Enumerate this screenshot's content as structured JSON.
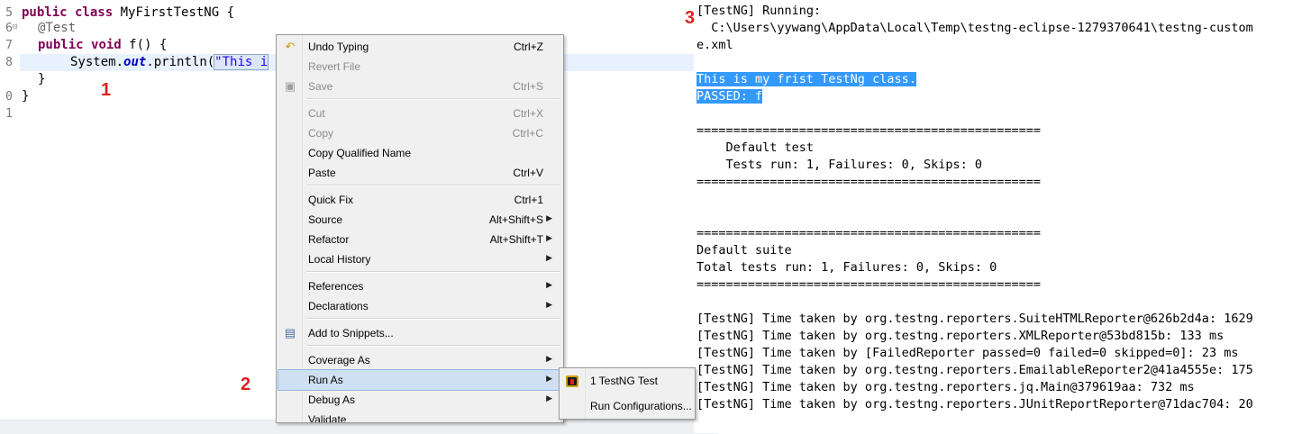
{
  "editor": {
    "line_numbers": [
      "5",
      "6",
      "7",
      "8",
      "0",
      "1"
    ],
    "lines": {
      "l5_kw": "public class",
      "l5_rest": " MyFirstTestNG {",
      "l6_ann": "@Test",
      "l7_kw1": "public",
      "l7_kw2": "void",
      "l7_rest": " f() {",
      "l8_pre": "System.",
      "l8_field": "out",
      "l8_mid": ".println(",
      "l8_str": "\"This i",
      "l9": "}",
      "l10": "}"
    },
    "markers": {
      "m1": "1",
      "m2": "2",
      "m3": "3"
    }
  },
  "context_menu": {
    "items": [
      {
        "label": "Undo Typing",
        "shortcut": "Ctrl+Z",
        "enabled": true,
        "icon": "undo-icon"
      },
      {
        "label": "Revert File",
        "shortcut": "",
        "enabled": false
      },
      {
        "label": "Save",
        "shortcut": "Ctrl+S",
        "enabled": false,
        "icon": "save-icon"
      },
      {
        "label": "Cut",
        "shortcut": "Ctrl+X",
        "enabled": false
      },
      {
        "label": "Copy",
        "shortcut": "Ctrl+C",
        "enabled": false
      },
      {
        "label": "Copy Qualified Name",
        "shortcut": "",
        "enabled": true
      },
      {
        "label": "Paste",
        "shortcut": "Ctrl+V",
        "enabled": true
      },
      {
        "label": "Quick Fix",
        "shortcut": "Ctrl+1",
        "enabled": true
      },
      {
        "label": "Source",
        "shortcut": "Alt+Shift+S",
        "enabled": true,
        "submenu": true
      },
      {
        "label": "Refactor",
        "shortcut": "Alt+Shift+T",
        "enabled": true,
        "submenu": true
      },
      {
        "label": "Local History",
        "shortcut": "",
        "enabled": true,
        "submenu": true
      },
      {
        "label": "References",
        "shortcut": "",
        "enabled": true,
        "submenu": true
      },
      {
        "label": "Declarations",
        "shortcut": "",
        "enabled": true,
        "submenu": true
      },
      {
        "label": "Add to Snippets...",
        "shortcut": "",
        "enabled": true,
        "icon": "snippet-icon"
      },
      {
        "label": "Coverage As",
        "shortcut": "",
        "enabled": true,
        "submenu": true
      },
      {
        "label": "Run As",
        "shortcut": "",
        "enabled": true,
        "submenu": true,
        "highlighted": true
      },
      {
        "label": "Debug As",
        "shortcut": "",
        "enabled": true,
        "submenu": true
      },
      {
        "label": "Validate",
        "shortcut": "",
        "enabled": true
      }
    ]
  },
  "run_as_submenu": {
    "items": [
      {
        "label": "1 TestNG Test",
        "icon": "testng-icon"
      },
      {
        "label": "Run Configurations..."
      }
    ]
  },
  "console": {
    "lines": [
      "[TestNG] Running:",
      "  C:\\Users\\yywang\\AppData\\Local\\Temp\\testng-eclipse-1279370641\\testng-custom",
      "e.xml",
      "",
      "This is my frist TestNg class.",
      "PASSED: f",
      "",
      "===============================================",
      "    Default test",
      "    Tests run: 1, Failures: 0, Skips: 0",
      "===============================================",
      "",
      "",
      "===============================================",
      "Default suite",
      "Total tests run: 1, Failures: 0, Skips: 0",
      "===============================================",
      "",
      "[TestNG] Time taken by org.testng.reporters.SuiteHTMLReporter@626b2d4a: 1629",
      "[TestNG] Time taken by org.testng.reporters.XMLReporter@53bd815b: 133 ms",
      "[TestNG] Time taken by [FailedReporter passed=0 failed=0 skipped=0]: 23 ms",
      "[TestNG] Time taken by org.testng.reporters.EmailableReporter2@41a4555e: 175",
      "[TestNG] Time taken by org.testng.reporters.jq.Main@379619aa: 732 ms",
      "[TestNG] Time taken by org.testng.reporters.JUnitReportReporter@71dac704: 20"
    ],
    "highlighted_lines": [
      4,
      5
    ]
  }
}
